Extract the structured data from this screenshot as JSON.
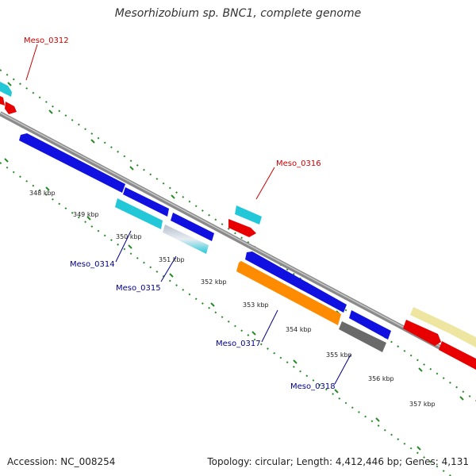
{
  "title": "Mesorhizobium sp. BNC1, complete genome",
  "footer": {
    "accession": "Accession: NC_008254",
    "summary": "Topology: circular; Length: 4,412,446 bp; Genes: 4,131"
  },
  "tick_labels": [
    "348 kbp",
    "349 kbp",
    "350 kbp",
    "351 kbp",
    "352 kbp",
    "353 kbp",
    "354 kbp",
    "355 kbp",
    "356 kbp",
    "357 kbp"
  ],
  "gene_labels": [
    {
      "text": "Meso_0312",
      "color": "#cc0000"
    },
    {
      "text": "Meso_0316",
      "color": "#cc0000"
    },
    {
      "text": "Meso_0314",
      "color": "#00008b"
    },
    {
      "text": "Meso_0315",
      "color": "#00008b"
    },
    {
      "text": "Meso_0317",
      "color": "#00008b"
    },
    {
      "text": "Meso_0318",
      "color": "#00008b"
    }
  ],
  "colors": {
    "backbone": "#808080",
    "tick_marks": "#2a8a2a",
    "blue_gene": "#1010e0",
    "cyan_gene": "#22c8d8",
    "red_gene": "#e80000",
    "orange_gene": "#ff8c00",
    "gray_gene": "#6a6a6a",
    "khaki_gene": "#eee6a0"
  }
}
